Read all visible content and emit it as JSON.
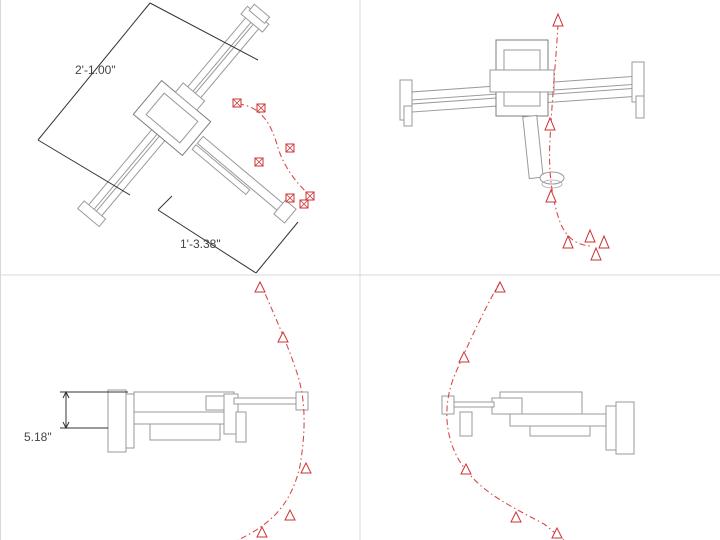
{
  "views": [
    {
      "id": "top-left",
      "dimensions": [
        "2'-1.00\"",
        "1'-3.38\""
      ]
    },
    {
      "id": "top-right",
      "dimensions": []
    },
    {
      "id": "bottom-left",
      "dimensions": [
        "5.18\""
      ]
    },
    {
      "id": "bottom-right",
      "dimensions": []
    }
  ],
  "colors": {
    "linework": "#9a9a9a",
    "dimension": "#333333",
    "motion_path": "#d94a4a",
    "divider": "#d9d9d9"
  },
  "icons": {
    "waypoint_top_view": "square-x-marker-icon",
    "waypoint_iso_view": "cone-marker-icon",
    "waypoint_side_view": "triangle-marker-icon"
  }
}
